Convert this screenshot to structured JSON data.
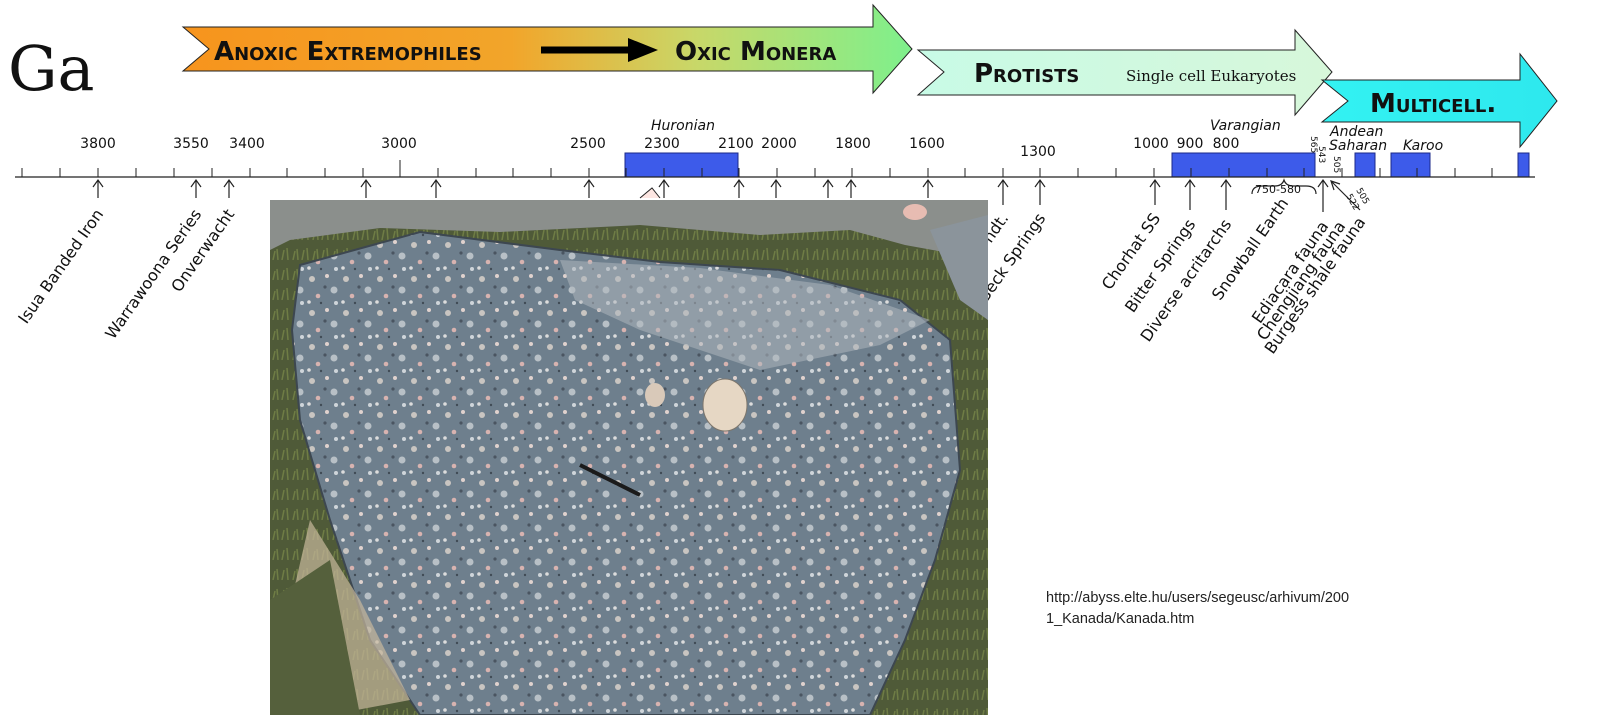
{
  "title": "Ga",
  "banners": {
    "anoxic": "Anoxic Extremophiles",
    "oxic": "Oxic Monera",
    "protists": "Protists",
    "protists_note": "Single cell Eukaryotes",
    "multicell": "Multicell."
  },
  "scale_ticks": [
    "3800",
    "3550",
    "3400",
    "3000",
    "2500",
    "2300",
    "2100",
    "2000",
    "1800",
    "1600",
    "1300",
    "1000",
    "900",
    "800"
  ],
  "glaciations": {
    "huronian": "Huronian",
    "varangian": "Varangian",
    "andean_saharan": [
      "Andean",
      "Saharan"
    ],
    "karoo": "Karoo"
  },
  "range_label": "750-580",
  "small_ticks": [
    "565",
    "543",
    "505",
    "522",
    "505"
  ],
  "events_visible": [
    "Isua Banded Iron",
    "Warrawoona Series",
    "Onverwacht",
    "ndt.",
    "Beck Springs",
    "Chorhat SS",
    "Bitter Springs",
    "Diverse acritarchs",
    "Snowball Earth",
    "Ediacara fauna",
    "Chengjiang fauna",
    "Burgess shale fauna"
  ],
  "source_url": [
    "http://abyss.elte.hu/users/segeusc/arhivum/200",
    "1_Kanada/Kanada.htm"
  ],
  "colors": {
    "orange": "#f7941d",
    "green": "#7ef08c",
    "pale_green": "#ccf7dd",
    "cyan": "#33f2f2",
    "blue_bar": "#3d5bea",
    "axis": "#222222"
  },
  "photo": "grey polymict conglomerate boulder on grass"
}
